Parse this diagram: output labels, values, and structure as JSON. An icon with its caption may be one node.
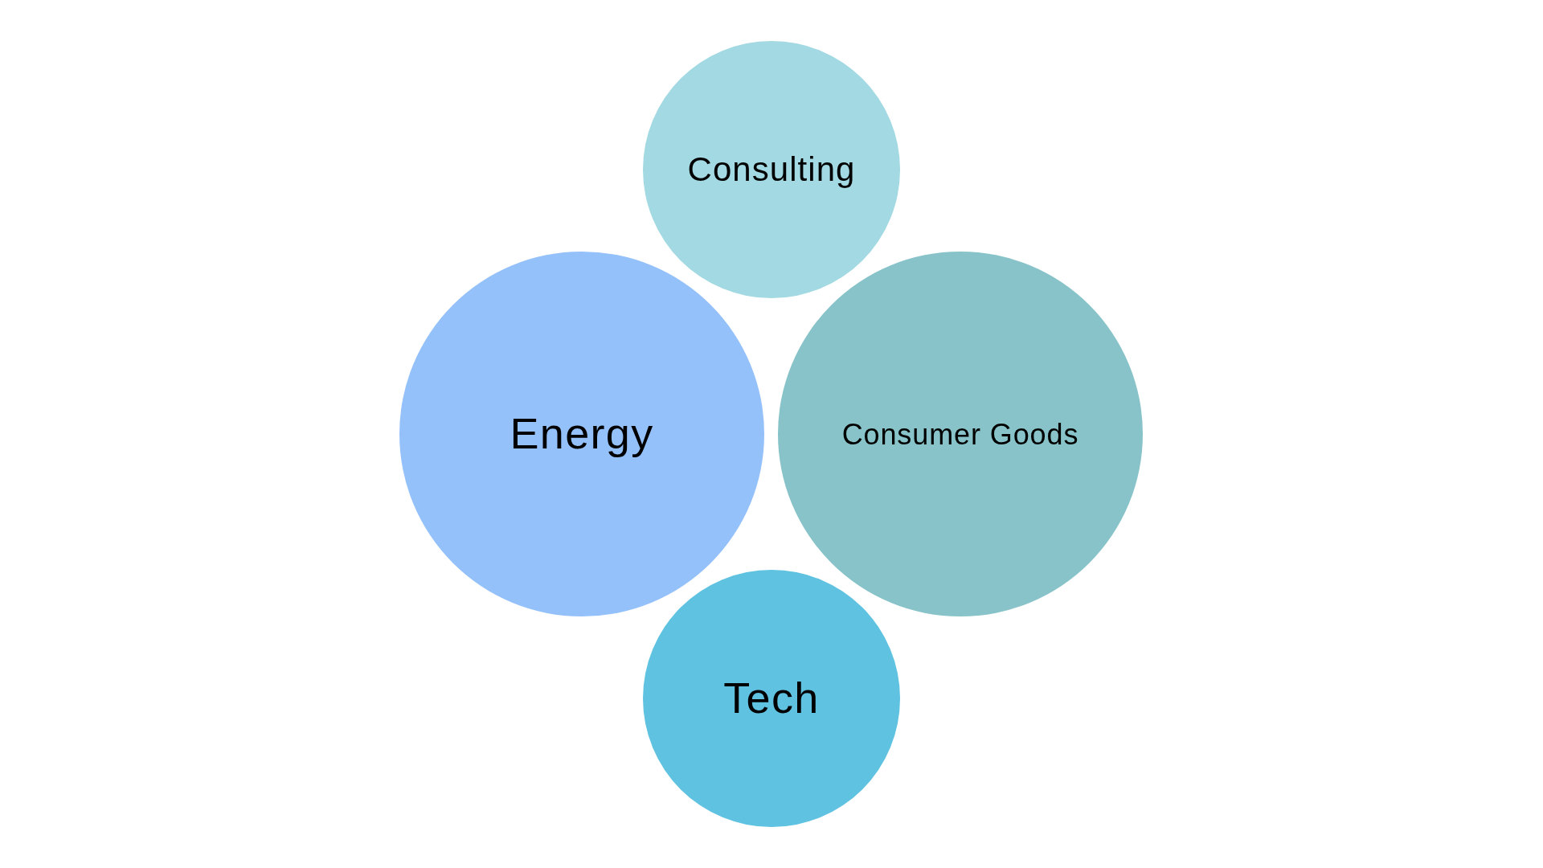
{
  "diagram": {
    "nodes": [
      {
        "text": [
          "Consulting"
        ]
      },
      {
        "text": [
          "Energy"
        ]
      },
      {
        "text": [
          "Consumer Goods"
        ]
      },
      {
        "text": [
          "Tech"
        ]
      }
    ]
  }
}
